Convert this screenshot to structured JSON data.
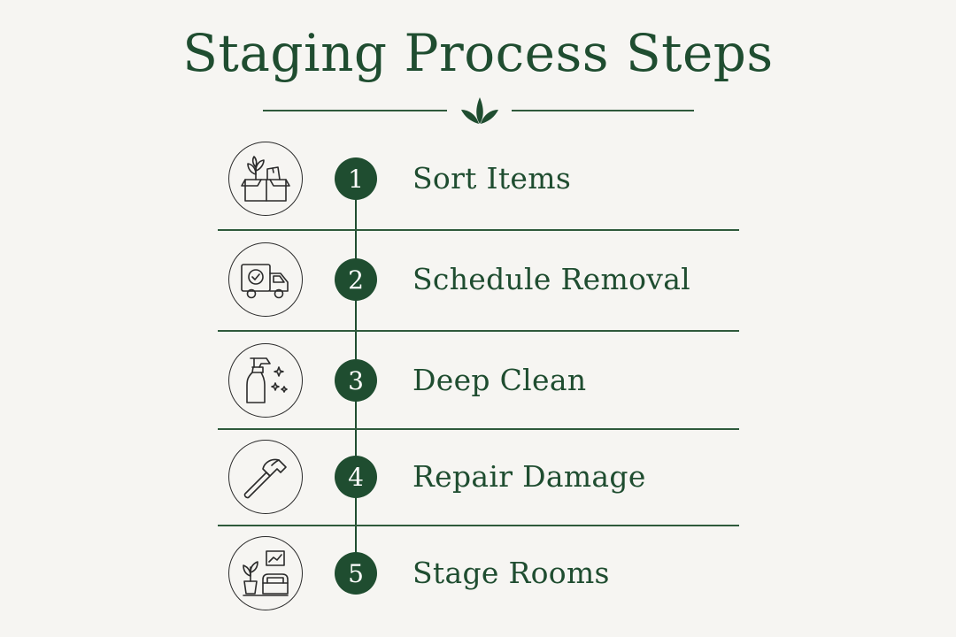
{
  "title": "Staging Process Steps",
  "colors": {
    "accent": "#1f4d30",
    "background": "#f6f5f2",
    "icon_stroke": "#2b2b2b"
  },
  "steps": [
    {
      "number": "1",
      "label": "Sort Items",
      "icon": "moving-boxes-icon"
    },
    {
      "number": "2",
      "label": "Schedule Removal",
      "icon": "removal-truck-icon"
    },
    {
      "number": "3",
      "label": "Deep Clean",
      "icon": "spray-bottle-icon"
    },
    {
      "number": "4",
      "label": "Repair Damage",
      "icon": "hammer-icon"
    },
    {
      "number": "5",
      "label": "Stage Rooms",
      "icon": "staged-room-icon"
    }
  ]
}
